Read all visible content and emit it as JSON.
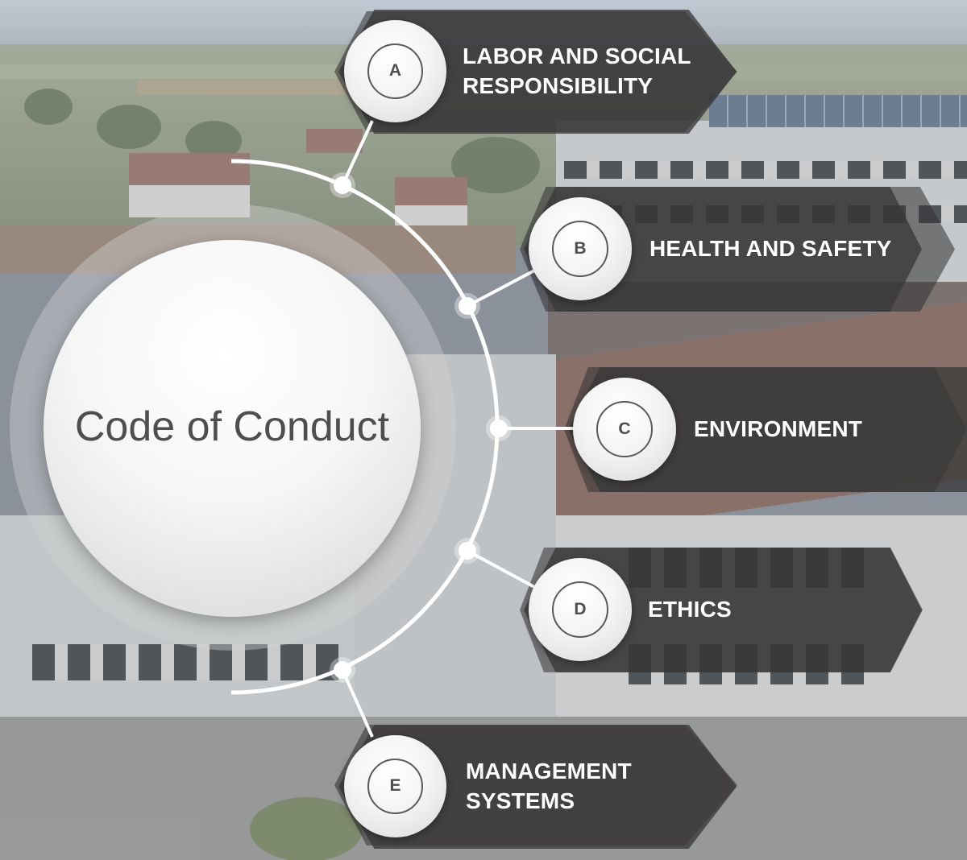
{
  "center": {
    "title": "Code of Conduct"
  },
  "items": [
    {
      "letter": "A",
      "lines": [
        "LABOR AND SOCIAL",
        "RESPONSIBILITY"
      ]
    },
    {
      "letter": "B",
      "lines": [
        "HEALTH AND SAFETY"
      ]
    },
    {
      "letter": "C",
      "lines": [
        "ENVIRONMENT"
      ]
    },
    {
      "letter": "D",
      "lines": [
        "ETHICS"
      ]
    },
    {
      "letter": "E",
      "lines": [
        "MANAGEMENT",
        "SYSTEMS"
      ]
    }
  ],
  "colors": {
    "banner": "#3a383a",
    "badge": "#f4f4f4",
    "badge_ring": "#5a5a5a",
    "label_text": "#ffffff",
    "connector": "#ffffff",
    "center_text": "#4e4e4e"
  }
}
